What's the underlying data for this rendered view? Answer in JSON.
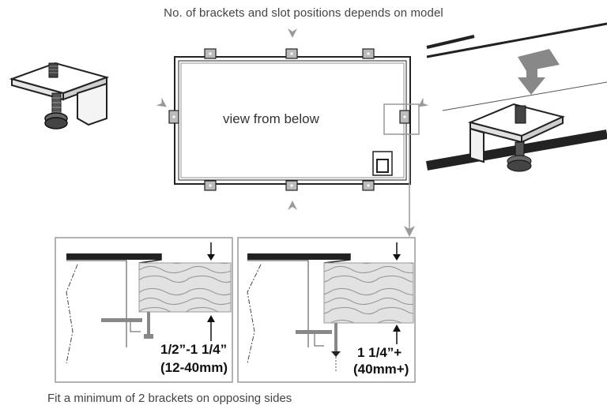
{
  "top_caption": "No. of brackets and slot positions depends on model",
  "view_label": "view from below",
  "detail_left": {
    "range_line1": "1/2”-1 1/4”",
    "range_line2": "(12-40mm)"
  },
  "detail_right": {
    "range_line1": "1 1/4”+",
    "range_line2": "(40mm+)"
  },
  "bottom_caption": "Fit a minimum of 2 brackets on opposing sides"
}
